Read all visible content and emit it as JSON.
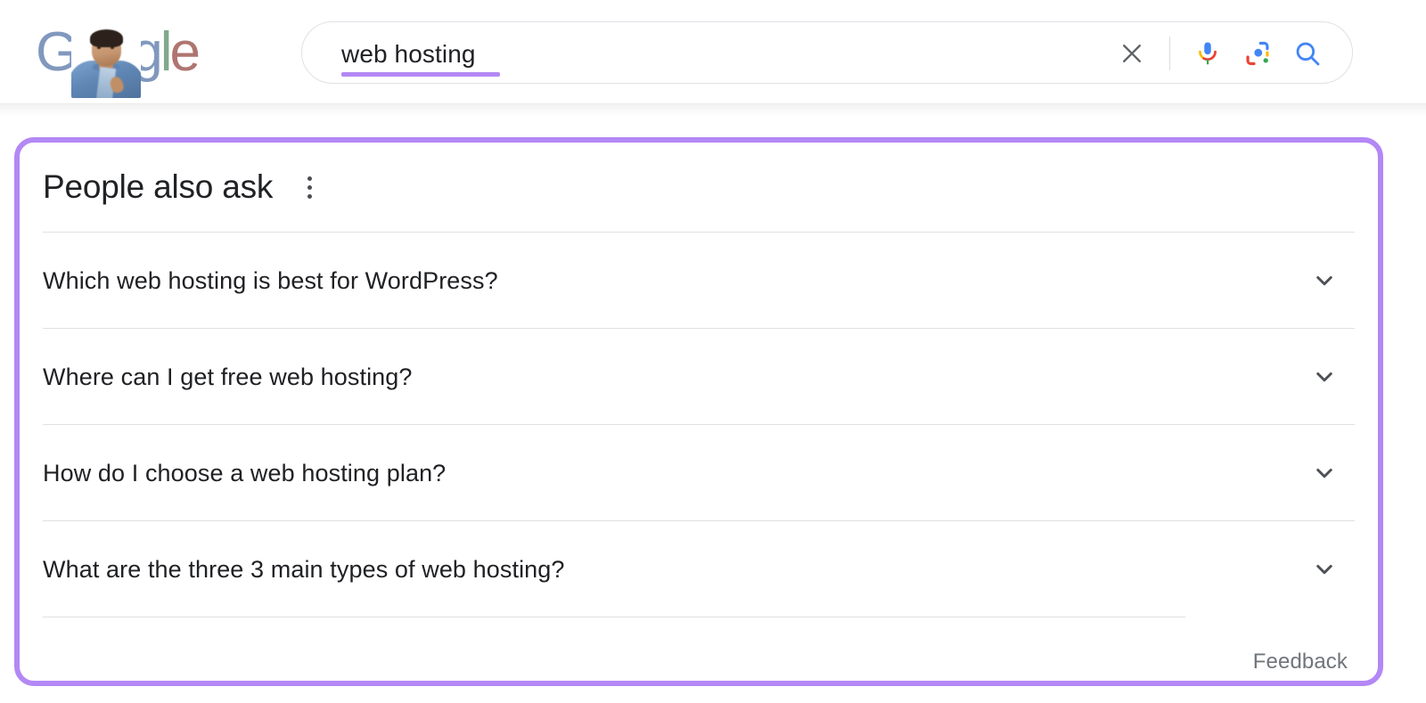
{
  "header": {
    "logo": {
      "name": "google-doodle-logo",
      "letters": [
        "G",
        "o",
        "o",
        "g",
        "l",
        "e"
      ],
      "alt": "Google Doodle"
    },
    "search": {
      "value": "web hosting",
      "placeholder": "Search Google or type a URL",
      "highlight_color": "#b388f5",
      "clear_label": "Clear",
      "voice_label": "Search by voice",
      "lens_label": "Search by image",
      "submit_label": "Google Search"
    }
  },
  "paa": {
    "title": "People also ask",
    "menu_label": "About this result",
    "highlight_border_color": "#b388f5",
    "questions": [
      {
        "text": "Which web hosting is best for WordPress?",
        "expanded": false
      },
      {
        "text": "Where can I get free web hosting?",
        "expanded": false
      },
      {
        "text": "How do I choose a web hosting plan?",
        "expanded": false
      },
      {
        "text": "What are the three 3 main types of web hosting?",
        "expanded": false
      }
    ],
    "feedback_label": "Feedback"
  },
  "colors": {
    "google_blue": "#4285F4",
    "google_red": "#EA4335",
    "google_yellow": "#FBBC05",
    "google_green": "#34A853",
    "text_primary": "#202124",
    "text_secondary": "#70757a",
    "divider": "#dfe1e5",
    "accent_purple": "#b388f5"
  }
}
